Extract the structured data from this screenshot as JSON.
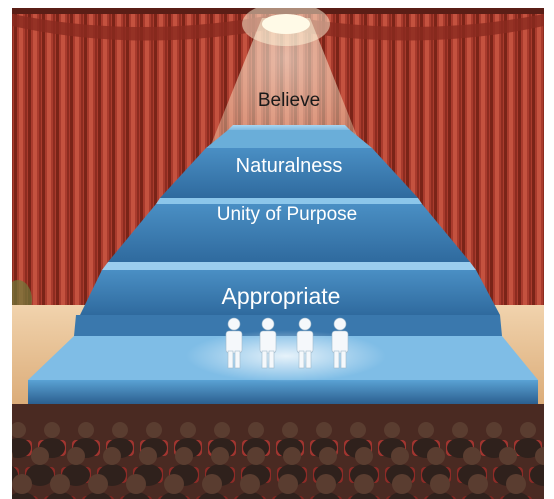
{
  "pyramid": {
    "tiers": [
      {
        "label": "Believe"
      },
      {
        "label": "Naturalness"
      },
      {
        "label": "Unity of Purpose"
      },
      {
        "label": "Appropriate"
      }
    ]
  },
  "colors": {
    "curtain": "#a83a2c",
    "curtain_dark": "#6e1f17",
    "pyramid_blue": "#3e7fb4",
    "pyramid_light": "#6fb3df",
    "stage_floor": "#e8c39a",
    "spotlight": "#fff6d8",
    "audience": "#3a2e2a",
    "seats": "#9b2f2a"
  },
  "icons": [
    "spotlight-icon",
    "person-icon",
    "audience-icon"
  ]
}
